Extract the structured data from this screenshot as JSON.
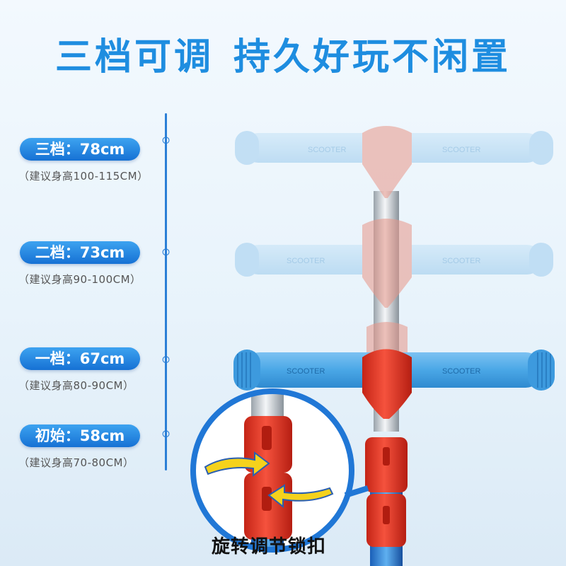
{
  "headline": {
    "part1": "三档可调",
    "part2": "持久好玩不闲置"
  },
  "levels": [
    {
      "label": "三档：78cm",
      "hint": "（建议身高100-115CM）"
    },
    {
      "label": "二档：73cm",
      "hint": "（建议身高90-100CM）"
    },
    {
      "label": "一档：67cm",
      "hint": "（建议身高80-90CM）"
    },
    {
      "label": "初始：58cm",
      "hint": "（建议身高70-80CM）"
    }
  ],
  "grip_text": "SCOOTER",
  "caption": "旋转调节锁扣",
  "colors": {
    "headline": "#1e8de0",
    "pill": "#1671d4",
    "grip_blue": "#4aa7e6",
    "clamp_red": "#e83b2a",
    "ghost_blue": "#a9d4f2",
    "ghost_red": "#f0b2a8"
  },
  "icons": [
    "height-marker-icon",
    "rotate-arrows-icon"
  ]
}
